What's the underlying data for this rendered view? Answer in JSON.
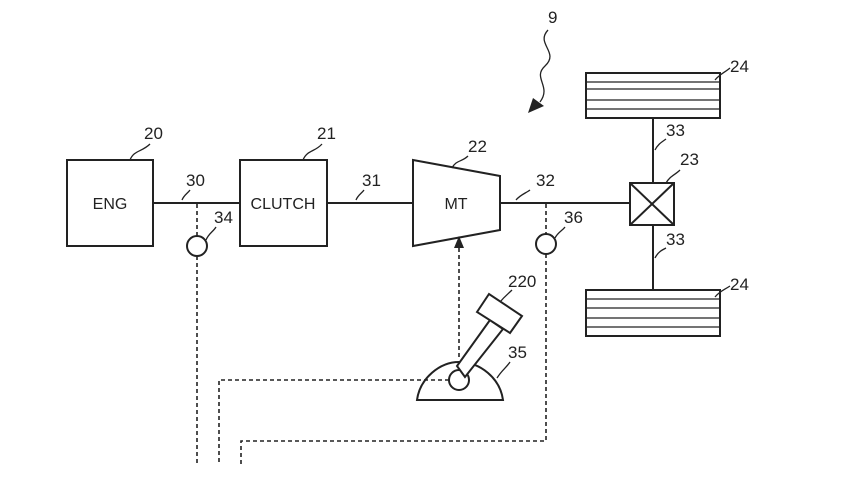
{
  "blocks": {
    "engine": "ENG",
    "clutch": "CLUTCH",
    "transmission": "MT"
  },
  "refs": {
    "system": "9",
    "engine": "20",
    "clutch": "21",
    "transmission": "22",
    "differential": "23",
    "wheel_top": "24",
    "wheel_bottom": "24",
    "shaft_engine": "30",
    "shaft_clutch": "31",
    "shaft_output": "32",
    "axle_top": "33",
    "axle_bottom": "33",
    "sensor_engine": "34",
    "shift_device": "35",
    "sensor_output": "36",
    "shift_lever": "220"
  }
}
